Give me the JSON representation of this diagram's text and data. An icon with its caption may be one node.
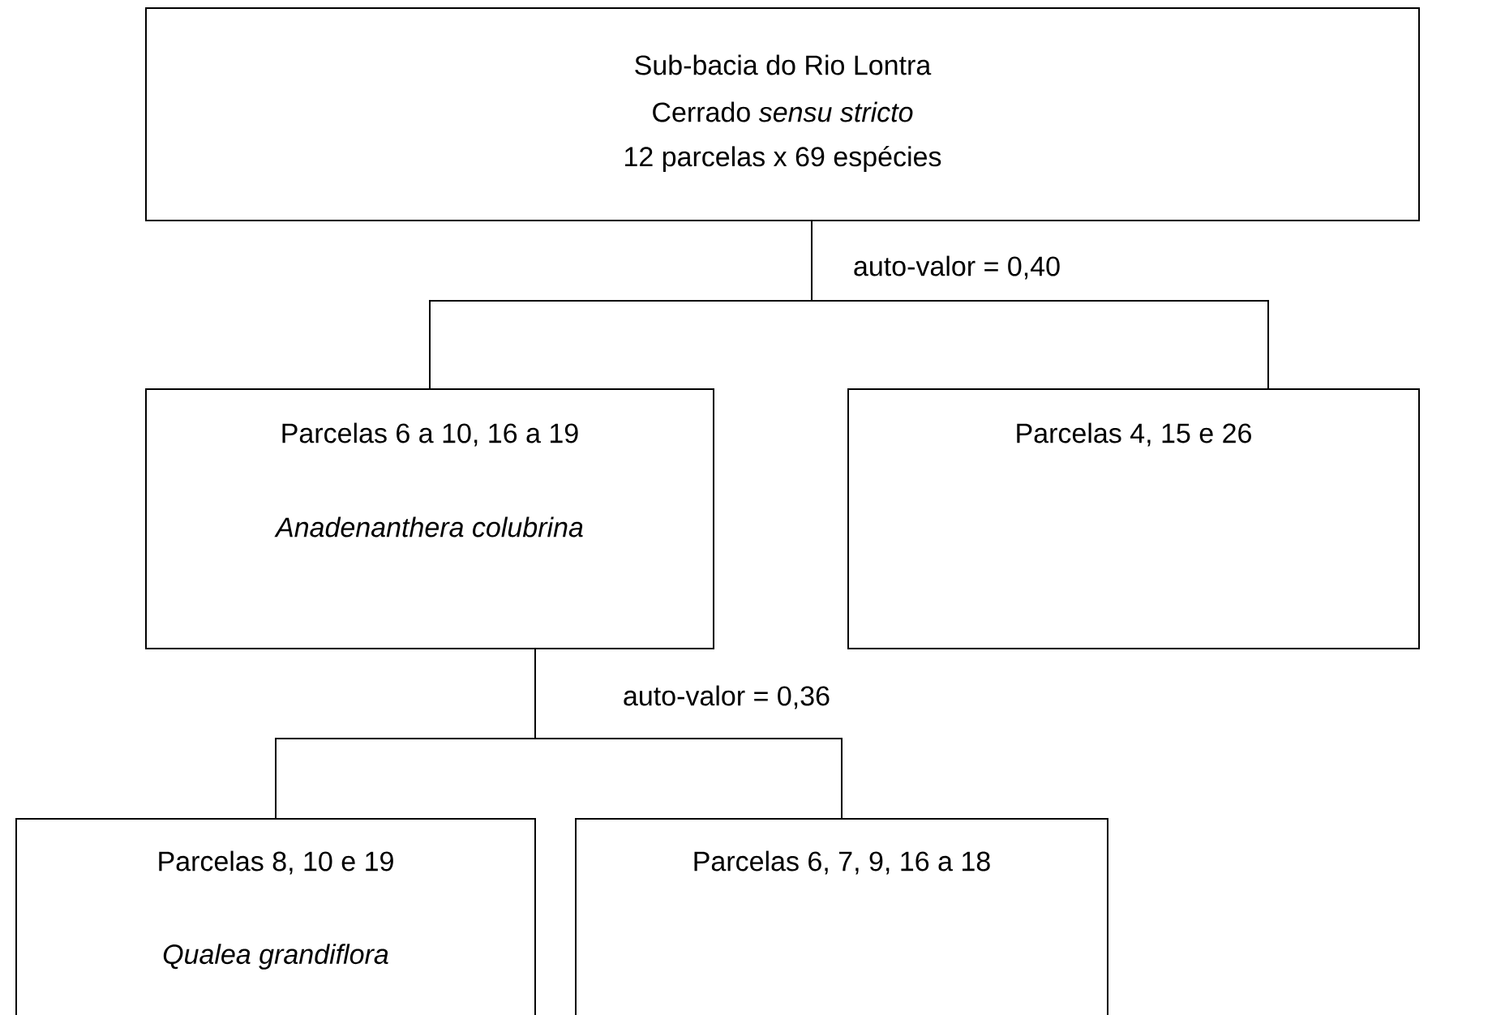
{
  "diagram": {
    "nodes": [
      {
        "text": [
          "Sub-bacia do Rio Lontra",
          "Cerrado *sensu stricto*",
          "12 parcelas x 69 espécies"
        ]
      },
      {
        "text": [
          "Parcelas 6 a 10, 16 a 19",
          "Anadenanthera colubrina"
        ]
      },
      {
        "text": [
          "Parcelas 4, 15 e 26"
        ]
      },
      {
        "text": [
          "Parcelas 8, 10 e 19",
          "Qualea grandiflora"
        ]
      },
      {
        "text": [
          "Parcelas 6, 7, 9, 16 a 18"
        ]
      }
    ],
    "edges": [
      {
        "from": 0,
        "to": 1,
        "arrow": "none"
      },
      {
        "from": 0,
        "to": 2,
        "arrow": "none",
        "label": "auto-valor = 0,40"
      },
      {
        "from": 1,
        "to": 3,
        "arrow": "none"
      },
      {
        "from": 1,
        "to": 4,
        "arrow": "none",
        "label": "auto-valor = 0,36"
      }
    ]
  }
}
